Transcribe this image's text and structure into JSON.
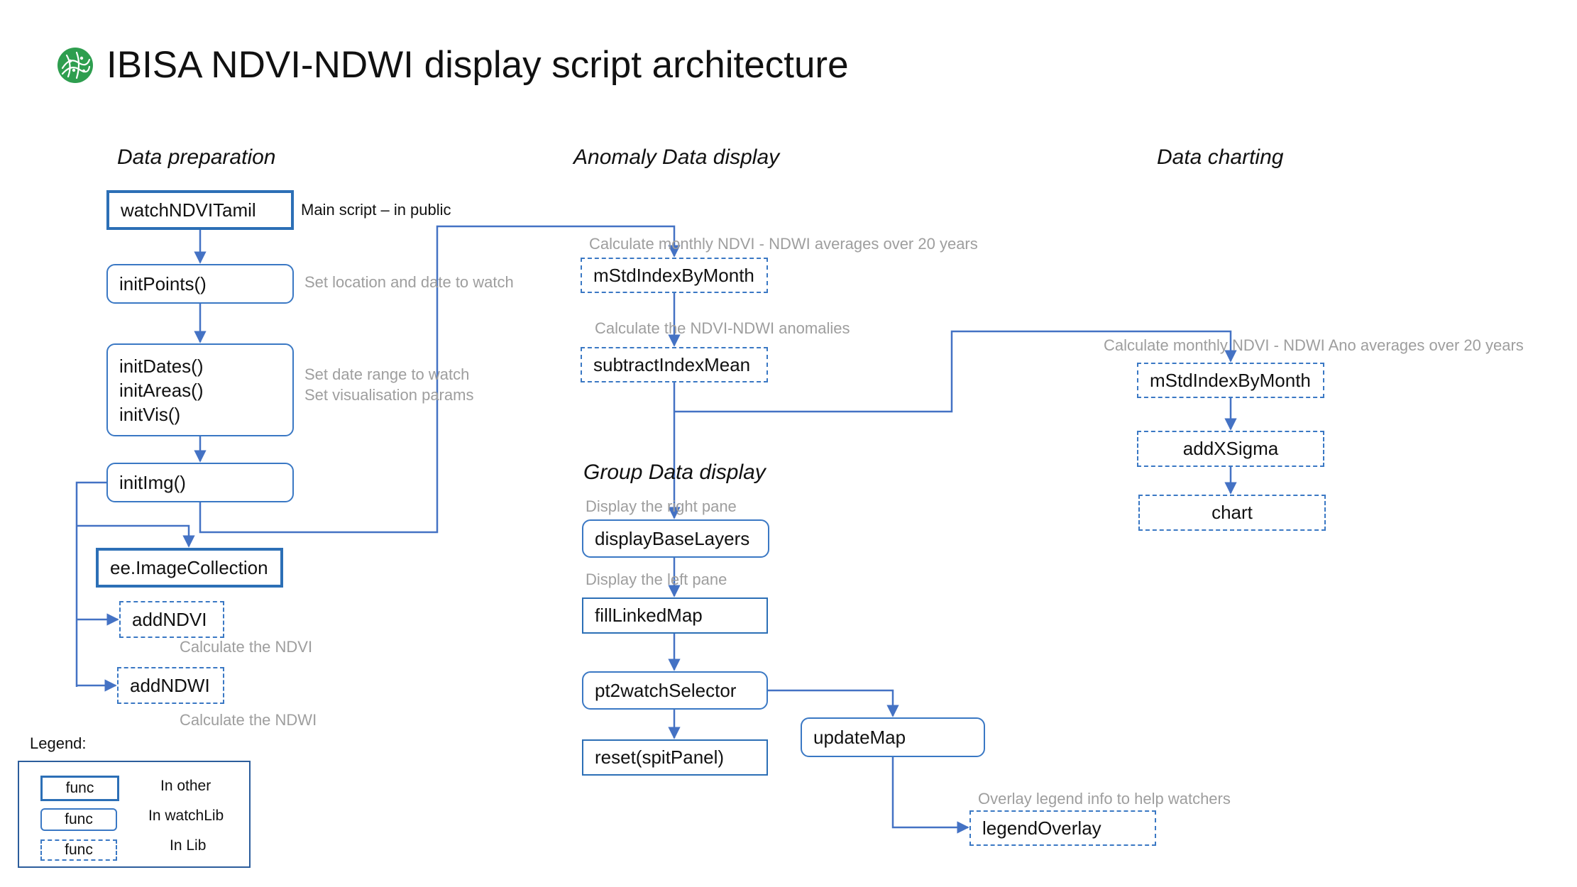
{
  "title": "IBISA NDVI-NDWI display script architecture",
  "sections": {
    "data_preparation": "Data preparation",
    "anomaly_display": "Anomaly Data display",
    "data_charting": "Data charting",
    "group_display": "Group Data display"
  },
  "nodes": {
    "watchNDVITamil": "watchNDVITamil",
    "initPoints": "initPoints()",
    "initDates": "initDates()",
    "initAreas": "initAreas()",
    "initVis": "initVis()",
    "initImg": "initImg()",
    "imageCollection": "ee.ImageCollection",
    "addNDVI": "addNDVI",
    "addNDWI": "addNDWI",
    "mStdIndexByMonth": "mStdIndexByMonth",
    "subtractIndexMean": "subtractIndexMean",
    "mStdIndexByMonth2": "mStdIndexByMonth",
    "addXSigma": "addXSigma",
    "chart": "chart",
    "displayBaseLayers": "displayBaseLayers",
    "fillLinkedMap": "fillLinkedMap",
    "pt2watchSelector": "pt2watchSelector",
    "reset": "reset(spitPanel)",
    "updateMap": "updateMap",
    "legendOverlay": "legendOverlay"
  },
  "notes": {
    "main_script": "Main script – in public",
    "set_location": "Set location and date to  watch",
    "set_date_range": "Set date range to  watch",
    "set_vis": "Set visualisation params",
    "calc_ndvi": "Calculate the NDVI",
    "calc_ndwi": "Calculate the NDWI",
    "calc_monthly": "Calculate monthly NDVI - NDWI averages over 20 years",
    "calc_anomalies": "Calculate the NDVI-NDWI anomalies",
    "calc_monthly_ano": "Calculate monthly NDVI - NDWI Ano averages over 20 years",
    "display_right": "Display the right pane",
    "display_left": "Display the left pane",
    "overlay_info": "Overlay legend info to help watchers"
  },
  "legend": {
    "title": "Legend:",
    "items": [
      {
        "swatch": "func",
        "label": "In other"
      },
      {
        "swatch": "func",
        "label": "In watchLib"
      },
      {
        "swatch": "func",
        "label": "In Lib"
      }
    ]
  },
  "colors": {
    "line": "#4472c4",
    "border": "#2c6fb6",
    "note": "#9e9e9e",
    "logo": "#2e9e4f"
  },
  "icons": {
    "logo": "ibisa-logo-icon"
  }
}
